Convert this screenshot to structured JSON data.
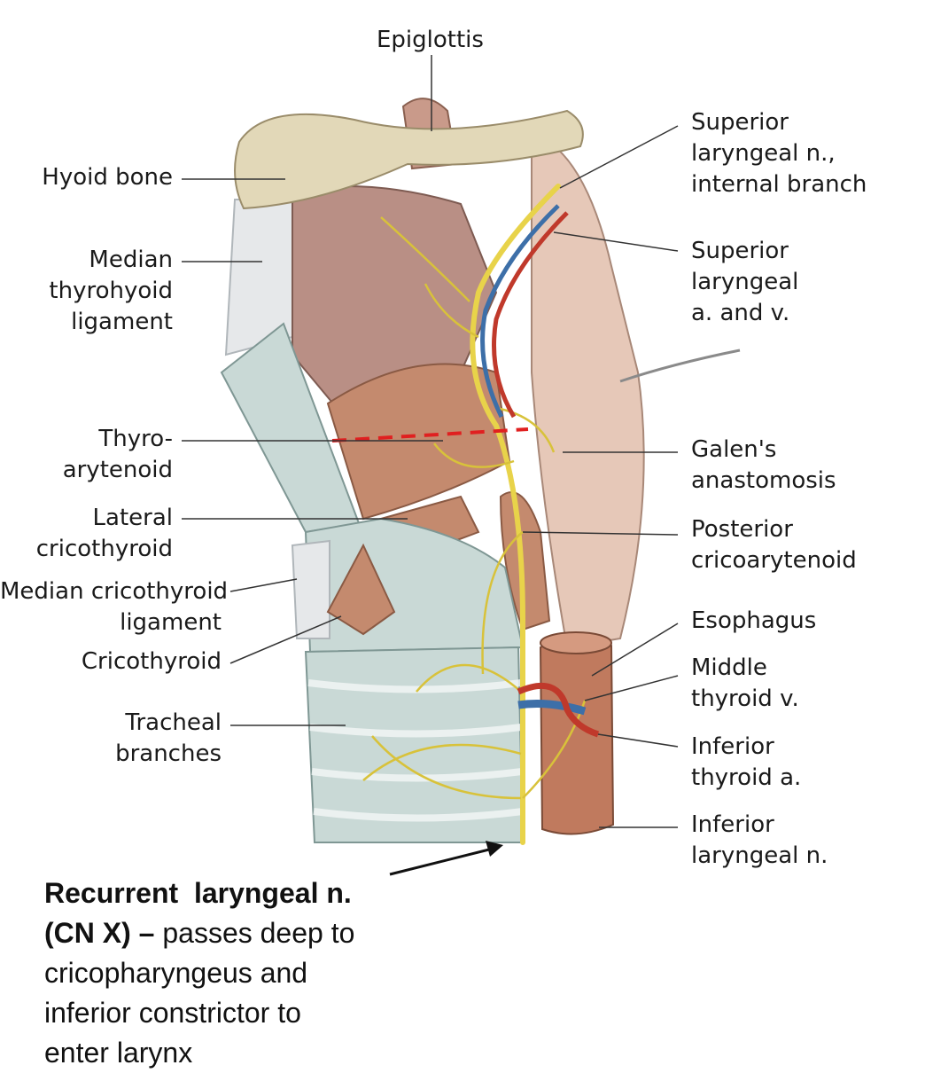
{
  "labels": {
    "epiglottis": "Epiglottis",
    "hyoid_bone": "Hyoid bone",
    "median_thyrohyoid": "Median\nthyrohyoid\nligament",
    "thyroarytenoid": "Thyro-\narytenoid",
    "lateral_cricothyroid": "Lateral\ncricothyroid",
    "median_cricothyroid": "Median cricothyroid\nligament",
    "cricothyroid": "Cricothyroid",
    "tracheal_branches": "Tracheal\nbranches",
    "sup_laryngeal_n": "Superior\nlaryngeal n.,\ninternal branch",
    "sup_laryngeal_av": "Superior\nlaryngeal\na. and v.",
    "galens": "Galen's\nanastomosis",
    "post_cricoarytenoid": "Posterior\ncricoarytenoid",
    "esophagus": "Esophagus",
    "middle_thyroid_v": "Middle\nthyroid v.",
    "inferior_thyroid_a": "Inferior\nthyroid a.",
    "inferior_laryngeal_n": "Inferior\nlaryngeal n."
  },
  "caption": {
    "bold": "Recurrent  laryngeal n.\n(CN X) –",
    "rest": " passes deep to\ncricopharyngeus and\ninferior constrictor to\nenter larynx"
  },
  "colors": {
    "cartilage": "#c9d9d6",
    "bone": "#e2d8b8",
    "muscle": "#c48a6e",
    "nerve": "#e8d34a",
    "artery": "#c0392b",
    "vein": "#3d6fa8",
    "dashed": "#e02020"
  }
}
